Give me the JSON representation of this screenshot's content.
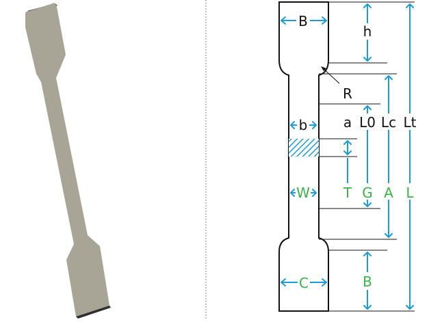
{
  "colors": {
    "dimension": "#1a9ad6",
    "outline": "#111111",
    "label_black": "#111111",
    "label_green": "#3cb04a",
    "hatch": "#1a9ad6",
    "specimen_fill": "#a8a596",
    "specimen_shadow": "#2e2e2e",
    "divider": "#7a86b8"
  },
  "labels": {
    "width_top": "B",
    "width_mid": "b",
    "width_gauge": "W",
    "width_bottom": "C",
    "grip_length_top": "h",
    "radius": "R",
    "a": "a",
    "L0": "L0",
    "Lc": "Lc",
    "Lt": "Lt",
    "T": "T",
    "G": "G",
    "A": "A",
    "L": "L",
    "grip_length_bottom": "B"
  }
}
